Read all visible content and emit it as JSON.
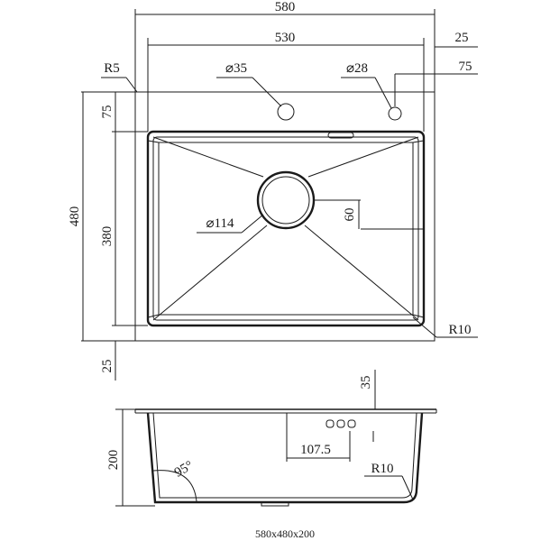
{
  "top_view": {
    "width": "580",
    "inner_width": "530",
    "right_offset": "25",
    "faucet_offset": "75",
    "corner_radius_outer": "R5",
    "hole_left": "⌀35",
    "hole_right": "⌀28",
    "top_margin": "75",
    "height": "480",
    "inner_height": "380",
    "bottom_margin": "25",
    "drain": "⌀114",
    "drain_offset": "60",
    "corner_radius_inner": "R10"
  },
  "side_view": {
    "depth": "200",
    "rim": "35",
    "angle": "95°",
    "drain_position": "107.5",
    "corner_radius": "R10"
  },
  "caption": "580x480x200"
}
